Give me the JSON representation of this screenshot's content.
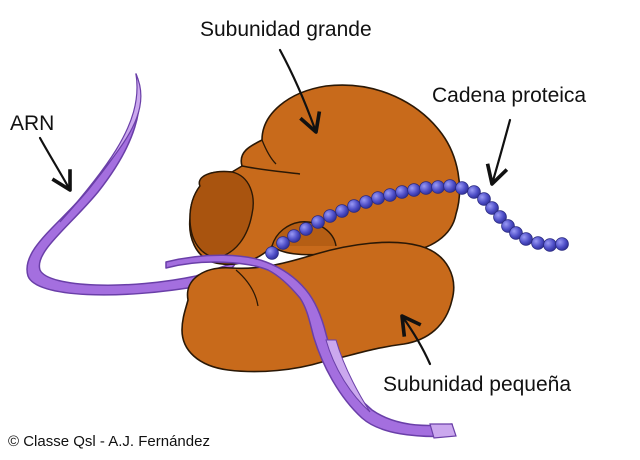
{
  "labels": {
    "large_subunit": "Subunidad grande",
    "protein_chain": "Cadena proteica",
    "rna": "ARN",
    "small_subunit": "Subunidad pequeña"
  },
  "credit": "© Classe Qsl - A.J. Fernández",
  "colors": {
    "subunit_fill": "#C86A1B",
    "subunit_dark": "#A9540F",
    "subunit_outline": "#2A1806",
    "rna_ribbon": "#A46FDF",
    "rna_ribbon_light": "#CBA8EE",
    "rna_outline": "#6A3FA8",
    "protein_bead": "#4F4FC8",
    "protein_bead_highlight": "#8C8CF0",
    "text": "#111111",
    "background": "#FFFFFF"
  }
}
